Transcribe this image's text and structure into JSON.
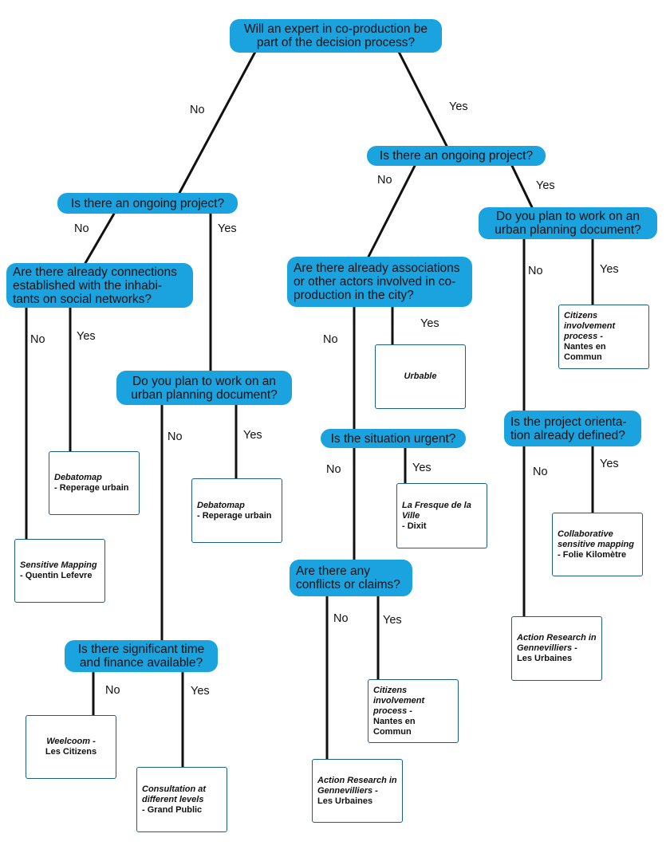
{
  "questions": {
    "q_expert": "Will an expert in co-production be part of the decision process?",
    "q_ongoing_no": "Is there an ongoing project?",
    "q_ongoing_yes": "Is there an ongoing project?",
    "q_connections": "Are there already connections established with the inhabi-tants on social networks?",
    "q_plan_left": "Do you plan to work on an urban planning document?",
    "q_associations": "Are there already associations or other actors involved in co-production in the city?",
    "q_plan_right": "Do you plan to work on an urban planning document?",
    "q_urgent": "Is the situation urgent?",
    "q_orientation": "Is the project orienta-tion already defined?",
    "q_conflicts": "Are there any conflicts or claims?",
    "q_time": "Is there significant time and finance available?"
  },
  "answers": {
    "no": "No",
    "yes": "Yes"
  },
  "results": {
    "r_debatomap1": {
      "italic": "Debatomap",
      "rest": "- Reperage urbain"
    },
    "r_debatomap2": {
      "italic": "Debatomap",
      "rest": "- Reperage urbain"
    },
    "r_sensitive": {
      "italic": "Sensitive Mapping",
      "rest": "- Quentin Lefevre"
    },
    "r_urbable": {
      "italic": "Urbable",
      "rest": ""
    },
    "r_fresque": {
      "italic": "La Fresque de la Ville",
      "rest": "- Dixit"
    },
    "r_citizens1": {
      "italic": "Citizens involvement process -",
      "rest": "Nantes en Commun"
    },
    "r_citizens2": {
      "italic": "Citizens involvement process -",
      "rest": "Nantes en Commun"
    },
    "r_collab": {
      "italic": "Collaborative sensitive mapping",
      "rest": "- Folie Kilomètre"
    },
    "r_action1": {
      "italic": "Action Research in Gennevilliers -",
      "rest": "Les Urbaines"
    },
    "r_action2": {
      "italic": "Action Research in Gennevilliers -",
      "rest": "Les Urbaines"
    },
    "r_weelcoom": {
      "italic": "Weelcoom -",
      "rest": "Les Citizens"
    },
    "r_consultation": {
      "italic": "Consultation at different levels",
      "rest": "- Grand Public"
    }
  }
}
